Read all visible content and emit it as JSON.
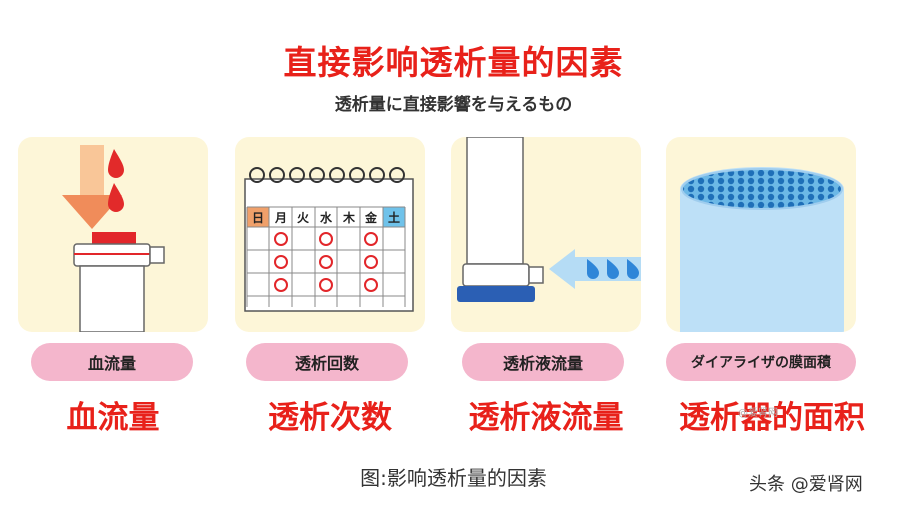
{
  "title": "直接影响透析量的因素",
  "subtitle": "透析量に直接影響を与えるもの",
  "cards": [
    {
      "jp_label": "血流量",
      "cn_label": "血流量"
    },
    {
      "jp_label": "透析回数",
      "cn_label": "透析次数",
      "calendar": {
        "days": [
          "日",
          "月",
          "火",
          "水",
          "木",
          "金",
          "土"
        ]
      }
    },
    {
      "jp_label": "透析液流量",
      "cn_label": "透析液流量"
    },
    {
      "jp_label": "ダイアライザの膜面積",
      "cn_label": "透析器的面积"
    }
  ],
  "watermark": "@爱肾网",
  "caption": "图:影响透析量的因素",
  "credit": "头条 @爱肾网",
  "colors": {
    "accent_red": "#e8211a",
    "pill_pink": "#f4b6cc",
    "card_bg": "#fdf6d8",
    "water_blue": "#2f86d8"
  }
}
